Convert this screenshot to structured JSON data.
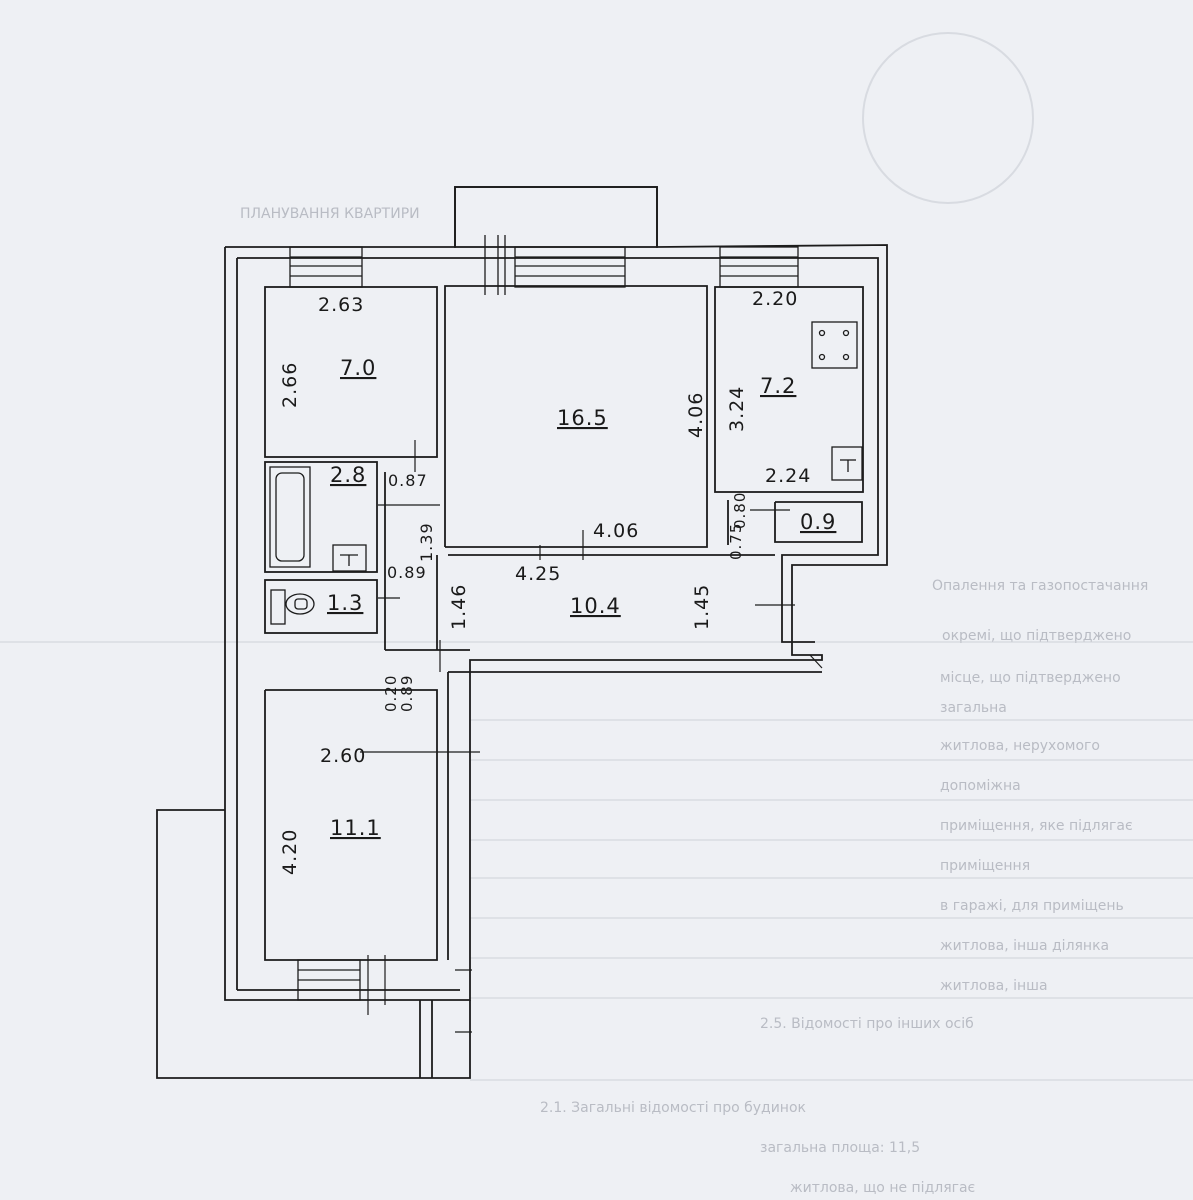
{
  "plan": {
    "rooms": [
      {
        "key": "room_nw",
        "area": "7.0",
        "width_dim": "2.63",
        "height_dim": "2.66"
      },
      {
        "key": "room_living",
        "area": "16.5",
        "height_dim": "4.06",
        "bottom_dim": "4.06"
      },
      {
        "key": "kitchen",
        "area": "7.2",
        "width_dim": "2.20",
        "height_dim": "3.24",
        "bottom_dim": "2.24"
      },
      {
        "key": "bathroom",
        "area": "2.8",
        "side_dim": "0.87",
        "height_dim": "1.39"
      },
      {
        "key": "wc",
        "area": "1.3",
        "side_dim": "0.89"
      },
      {
        "key": "pantry",
        "area": "0.9",
        "height_dim": "0.80",
        "width_dim": "0.75"
      },
      {
        "key": "hall",
        "area": "10.4",
        "width_dim": "4.25",
        "left_dim": "1.46",
        "right_dim": "1.45"
      },
      {
        "key": "bedroom_south",
        "area": "11.1",
        "width_dim": "2.60",
        "height_dim": "4.20"
      }
    ],
    "door_dims": {
      "upper": "0.20",
      "lower": "0.89"
    }
  },
  "background_text": {
    "title": "ПЛАНУВАННЯ КВАРТИРИ",
    "lines": [
      "Опалення та газопостачання",
      "окремі, що підтверджено",
      "місце, що підтверджено",
      "загальна",
      "житлова, нерухомого",
      "допоміжна",
      "приміщення, яке підлягає",
      "приміщення",
      "в гаражі, для приміщень",
      "житлова, інша ділянка",
      "житлова, інша",
      "2.5. Відомості про інших осіб"
    ],
    "footer_lines": [
      "2.1. Загальні відомості про будинок",
      "загальна площа: 11,5",
      "житлова, що не підлягає"
    ]
  }
}
